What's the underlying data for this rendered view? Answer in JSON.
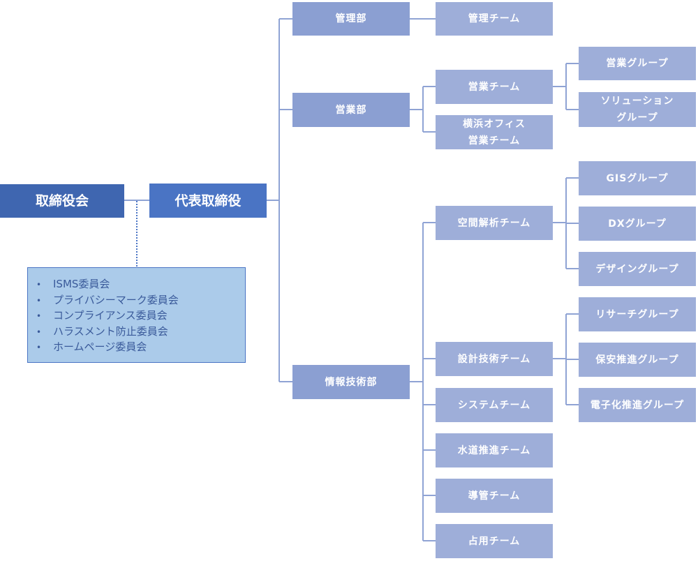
{
  "board": "取締役会",
  "ceo": "代表取締役",
  "committees": [
    "ISMS委員会",
    "プライバシーマーク委員会",
    "コンプライアンス委員会",
    "ハラスメント防止委員会",
    "ホームページ委員会"
  ],
  "departments": {
    "admin": {
      "label": "管理部",
      "teams": [
        "管理チーム"
      ]
    },
    "sales": {
      "label": "営業部",
      "teams": [
        "営業チーム",
        "横浜オフィス\n営業チーム"
      ],
      "groups": [
        "営業グループ",
        "ソリューション\nグループ"
      ]
    },
    "it": {
      "label": "情報技術部",
      "teams": [
        "空間解析チーム",
        "設計技術チーム",
        "システムチーム",
        "水道推進チーム",
        "導管チーム",
        "占用チーム"
      ],
      "spatial_groups": [
        "GISグループ",
        "DXグループ",
        "デザイングループ"
      ],
      "design_groups": [
        "リサーチグループ",
        "保安推進グループ",
        "電子化推進グループ"
      ]
    }
  },
  "colors": {
    "board": "#3f66b0",
    "ceo": "#4a74c4",
    "dept": "#8b9fd2",
    "team": "#9eaed9",
    "line": "#8fa3d4",
    "committee": "#abcbea"
  }
}
